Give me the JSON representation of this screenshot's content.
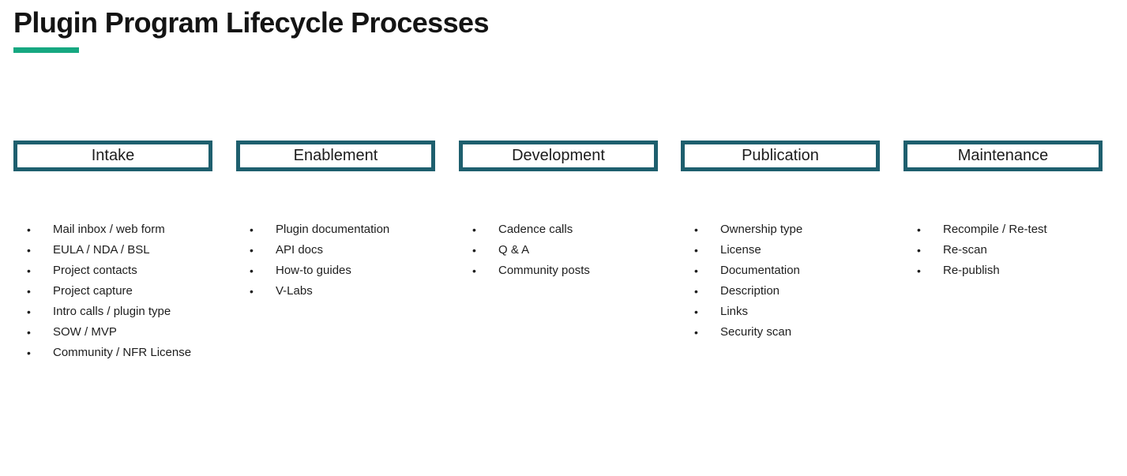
{
  "title": "Plugin Program Lifecycle Processes",
  "accent": {
    "underline_color": "#16a881",
    "box_border_color": "#1e5f6e"
  },
  "bullets": {
    "marker": "•"
  },
  "columns": [
    {
      "header": "Intake",
      "items": [
        "Mail inbox / web form",
        "EULA / NDA / BSL",
        "Project contacts",
        "Project capture",
        "Intro calls / plugin type",
        "SOW / MVP",
        "Community / NFR License"
      ]
    },
    {
      "header": "Enablement",
      "items": [
        "Plugin documentation",
        "API docs",
        "How-to guides",
        "V-Labs"
      ]
    },
    {
      "header": "Development",
      "items": [
        "Cadence calls",
        "Q & A",
        "Community posts"
      ]
    },
    {
      "header": "Publication",
      "items": [
        "Ownership type",
        "License",
        "Documentation",
        "Description",
        "Links",
        "Security scan"
      ]
    },
    {
      "header": "Maintenance",
      "items": [
        "Recompile / Re-test",
        "Re-scan",
        "Re-publish"
      ]
    }
  ]
}
